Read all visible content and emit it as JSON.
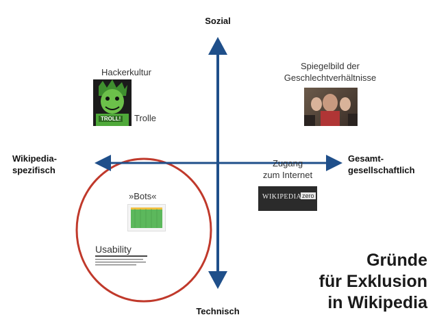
{
  "axes": {
    "top": "Sozial",
    "bottom": "Technisch",
    "left_line1": "Wikipedia-",
    "left_line2": "spezifisch",
    "right_line1": "Gesamt-",
    "right_line2": "gesellschaftlich"
  },
  "items": {
    "hackerkultur": "Hackerkultur",
    "trolle": "Trolle",
    "troll_badge": "TROLL!",
    "spiegelbild_line1": "Spiegelbild der",
    "spiegelbild_line2": "Geschlechtverhältnisse",
    "zugang_line1": "Zugang",
    "zugang_line2": "zum Internet",
    "wikipedia_zero_text": "WIKIPEDIA",
    "wikipedia_zero_badge": "zero",
    "bots": "»Bots«",
    "usability": "Usability"
  },
  "title": {
    "line1": "Gründe",
    "line2": "für Exklusion",
    "line3": "in Wikipedia"
  },
  "colors": {
    "axis_blue": "#1f4f8a",
    "circle_red": "#c0392b",
    "bots_green": "#5cb85c"
  }
}
